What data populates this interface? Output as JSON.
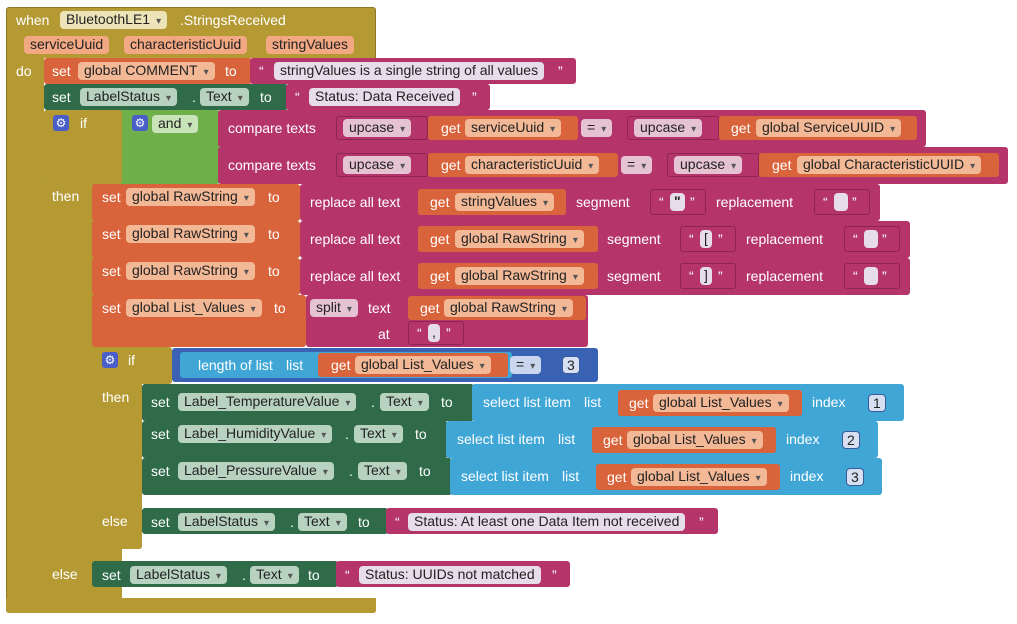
{
  "event": {
    "when": "when",
    "component": "BluetoothLE1",
    "event_name": ".StringsReceived",
    "params": [
      "serviceUuid",
      "characteristicUuid",
      "stringValues"
    ],
    "do": "do"
  },
  "keywords": {
    "set": "set",
    "to": "to",
    "get": "get",
    "if": "if",
    "then": "then",
    "else": "else",
    "and": "and",
    "compare_texts": "compare texts",
    "upcase": "upcase",
    "eq": "=",
    "replace_all_text": "replace all text",
    "segment": "segment",
    "replacement": "replacement",
    "split": "split",
    "text": "text",
    "at": "at",
    "length_of_list": "length of list",
    "list": "list",
    "select_list_item": "select list item",
    "index": "index",
    "dot": "."
  },
  "vars": {
    "comment": "global COMMENT",
    "service_uuid": "global ServiceUUID",
    "char_uuid": "global CharacteristicUUID",
    "raw_string": "global RawString",
    "list_values": "global List_Values",
    "service_param": "serviceUuid",
    "char_param": "characteristicUuid",
    "string_values": "stringValues"
  },
  "components": {
    "label_status": "LabelStatus",
    "temp": "Label_TemperatureValue",
    "hum": "Label_HumidityValue",
    "press": "Label_PressureValue",
    "prop_text": "Text"
  },
  "strings": {
    "comment": "stringValues is a single string of all values",
    "status_received": "Status: Data Received",
    "quote_seg": "\"",
    "open_bracket": "[",
    "close_bracket": "]",
    "comma": ",",
    "status_missing": "Status: At least one Data Item not received",
    "status_uuid": "Status: UUIDs not matched"
  },
  "numbers": {
    "three": "3",
    "one": "1",
    "two": "2"
  },
  "colors": {
    "event": "#b59a33",
    "text": "#b5356b",
    "component": "#2f6b48",
    "control": "#6fb04b",
    "variable": "#d9633a",
    "list": "#3fa6d6",
    "math": "#3a62b4"
  }
}
